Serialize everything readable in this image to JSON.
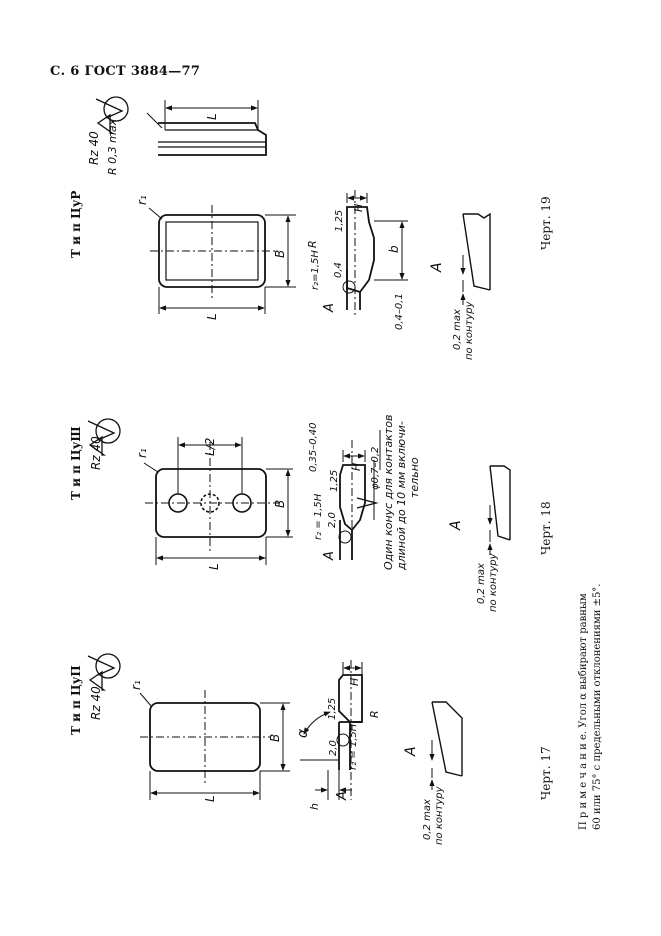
{
  "header": {
    "text": "С. 6 ГОСТ 3884—77"
  },
  "sections": [
    {
      "type_label": "Т и п  ЦуП",
      "figure_caption": "Черт. 17"
    },
    {
      "type_label": "Т и п  ЦуШ",
      "figure_caption": "Черт. 18"
    },
    {
      "type_label": "Т и п  ЦуР",
      "figure_caption": "Черт. 19"
    }
  ],
  "labels": {
    "rz40": "Rz 40",
    "r1": "r₁",
    "L": "L",
    "B": "B",
    "H": "H",
    "R": "R",
    "A": "A",
    "b": "b",
    "half_L": "L/2",
    "h": "h",
    "alpha": "α",
    "r2": "r₂ = 1,5H",
    "r2_tight": "r₂=1,5H",
    "d125": "1,25",
    "d20": "2,0",
    "d20b": "2,0",
    "d04": "0,4",
    "phi07": "φ0,7–0,2",
    "d035": "0,35–0,40",
    "d0441": "0,4–0,1",
    "r03max": "R 0,3 max",
    "cone1": "Один конус для контактов",
    "cone2": "длиной до 10 мм включи-",
    "cone3": "тельно",
    "max02": "0,2 max",
    "contour": "по контуру"
  },
  "note": {
    "line1": "П р и м е ч а н и е. Угол α выбирают равным",
    "line2": "60 или 75° с предельными отклонениями ±5°."
  }
}
